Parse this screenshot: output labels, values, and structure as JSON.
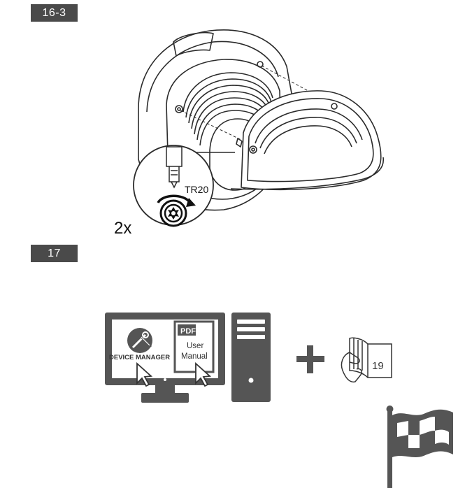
{
  "steps": {
    "step1": {
      "number": "16-3",
      "torx_label": "TR20",
      "count_label": "2x"
    },
    "step2": {
      "number": "17",
      "app_label": "DEVICE MANAGER",
      "pdf_label": "PDF",
      "manual_line1": "User",
      "manual_line2": "Manual",
      "page_number": "19"
    }
  },
  "colors": {
    "badge": "#4a4a4a",
    "line": "#2b2b2b",
    "monitor": "#555555"
  },
  "icons": [
    "torx-screw-icon",
    "rotate-arrow-icon",
    "screwdriver-icon",
    "monitor-icon",
    "computer-tower-icon",
    "plus-icon",
    "hand-book-icon",
    "finish-flag-icon",
    "cursor-arrow-icon",
    "wrench-screwdriver-icon"
  ]
}
